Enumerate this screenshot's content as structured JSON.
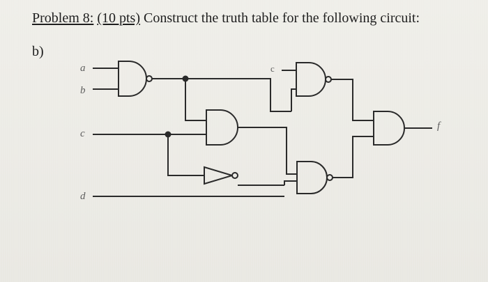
{
  "problem": {
    "number_label": "Problem 8:",
    "points_label": "(10 pts)",
    "prompt": "Construct the truth table for the following circuit:"
  },
  "part_label": "b)",
  "circuit": {
    "input_labels": {
      "a": "a",
      "b": "b",
      "c": "c",
      "d": "d",
      "c_upper": "c"
    },
    "output_label": "f",
    "gates": [
      {
        "name": "G1",
        "type": "NAND",
        "inputs": [
          "a",
          "b"
        ]
      },
      {
        "name": "G2",
        "type": "AND",
        "inputs": [
          "G1",
          "c"
        ]
      },
      {
        "name": "G3",
        "type": "NOT",
        "inputs": [
          "c"
        ]
      },
      {
        "name": "G4",
        "type": "NAND",
        "inputs": [
          "G1",
          "c"
        ]
      },
      {
        "name": "G5",
        "type": "NAND",
        "inputs": [
          "G2",
          "G3"
        ]
      },
      {
        "name": "G6",
        "type": "AND",
        "inputs": [
          "G4",
          "G5"
        ]
      }
    ]
  }
}
